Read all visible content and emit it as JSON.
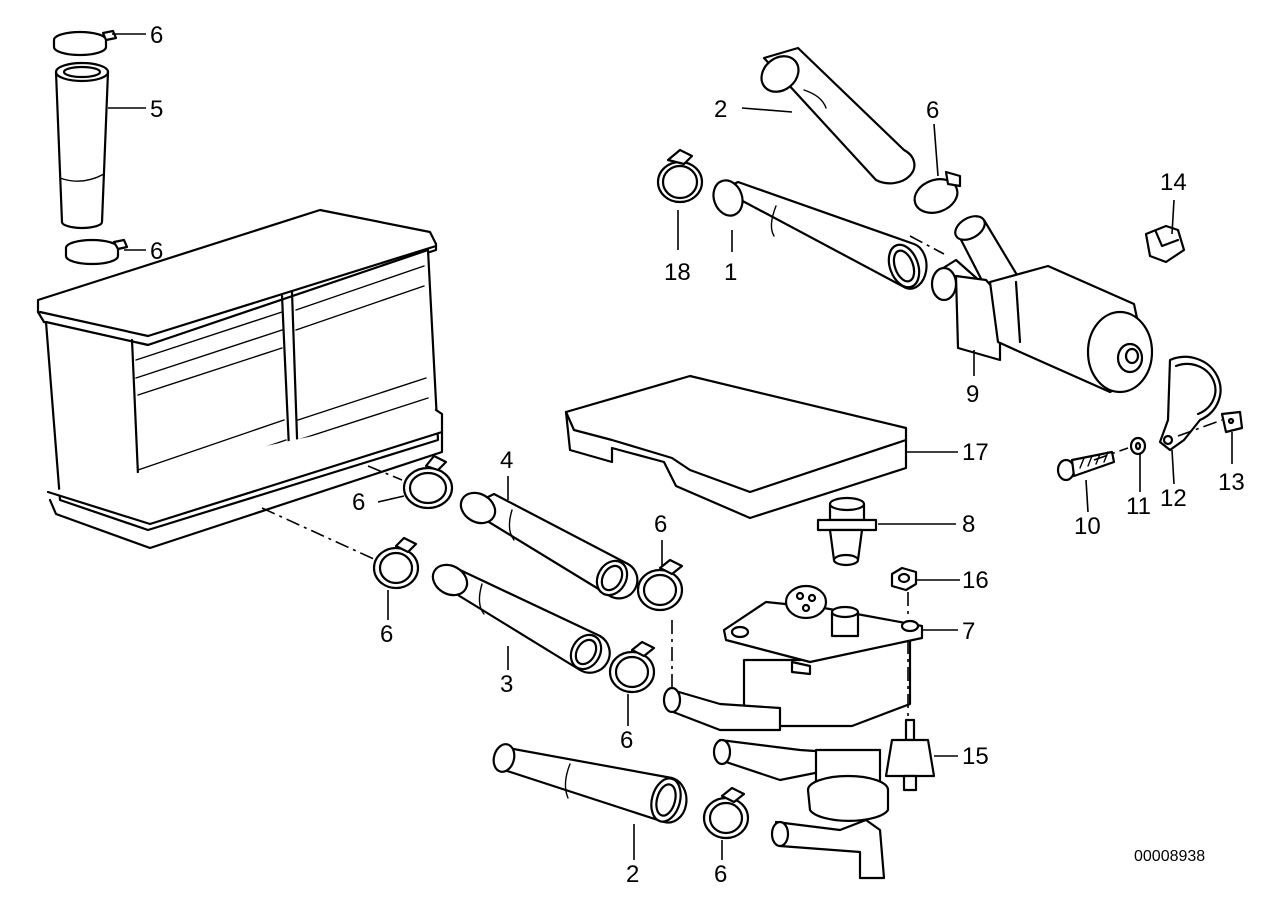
{
  "callouts": [
    {
      "id": "c6a",
      "text": "6"
    },
    {
      "id": "c5",
      "text": "5"
    },
    {
      "id": "c6b",
      "text": "6"
    },
    {
      "id": "c2a",
      "text": "2"
    },
    {
      "id": "c6c",
      "text": "6"
    },
    {
      "id": "c18",
      "text": "18"
    },
    {
      "id": "c1",
      "text": "1"
    },
    {
      "id": "c14",
      "text": "14"
    },
    {
      "id": "c9",
      "text": "9"
    },
    {
      "id": "c17",
      "text": "17"
    },
    {
      "id": "c4",
      "text": "4"
    },
    {
      "id": "c6d",
      "text": "6"
    },
    {
      "id": "c6e",
      "text": "6"
    },
    {
      "id": "c6f",
      "text": "6"
    },
    {
      "id": "c3",
      "text": "3"
    },
    {
      "id": "c8",
      "text": "8"
    },
    {
      "id": "c16",
      "text": "16"
    },
    {
      "id": "c7",
      "text": "7"
    },
    {
      "id": "c6g",
      "text": "6"
    },
    {
      "id": "c15",
      "text": "15"
    },
    {
      "id": "c2b",
      "text": "2"
    },
    {
      "id": "c6h",
      "text": "6"
    },
    {
      "id": "c10",
      "text": "10"
    },
    {
      "id": "c11",
      "text": "11"
    },
    {
      "id": "c12",
      "text": "12"
    },
    {
      "id": "c13",
      "text": "13"
    }
  ],
  "reference_number": "00008938"
}
